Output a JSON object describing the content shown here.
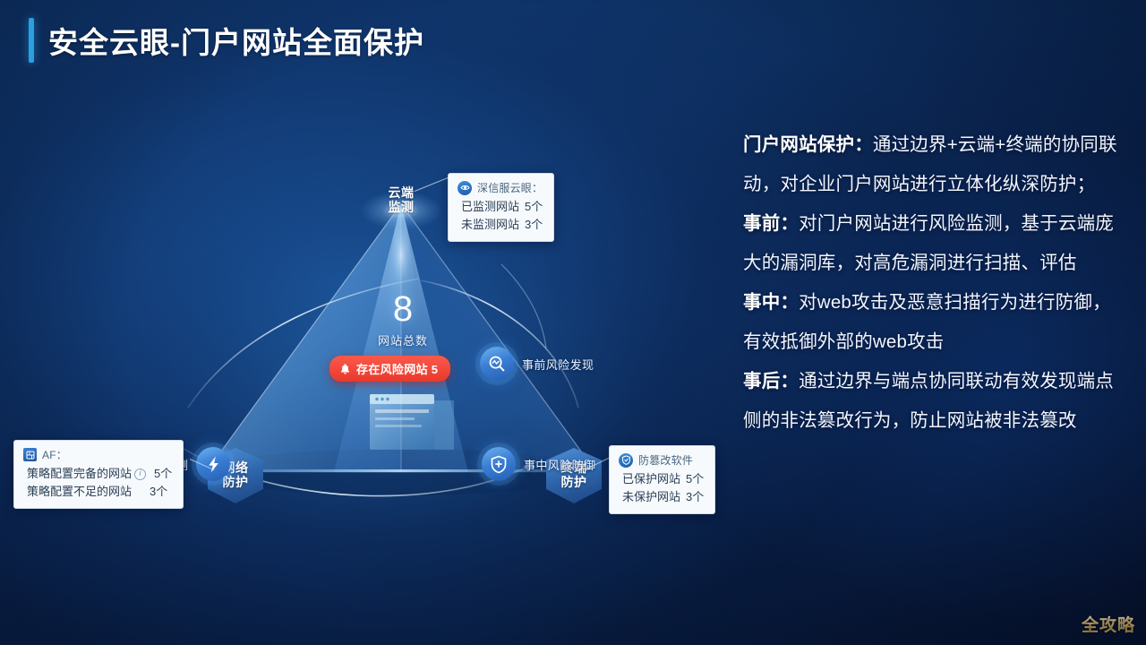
{
  "slide": {
    "title": "安全云眼-门户网站全面保护",
    "accent_color": "#2b9fe0",
    "background_colors": [
      "#103a74",
      "#0a2450",
      "#050f28"
    ],
    "watermark": "全攻略"
  },
  "diagram": {
    "center": {
      "total_value": "8",
      "total_label": "网站总数",
      "risk_badge": {
        "icon": "bell-icon",
        "label": "存在风险网站 5",
        "color": "#e8392c"
      }
    },
    "vertices": [
      {
        "id": "cloud",
        "label_line1": "云端",
        "label_line2": "监测"
      },
      {
        "id": "network",
        "label_line1": "网络",
        "label_line2": "防护"
      },
      {
        "id": "endpoint",
        "label_line1": "终端",
        "label_line2": "防护"
      }
    ],
    "nodes": [
      {
        "id": "pre",
        "icon": "magnifier-icon",
        "label": "事前风险发现"
      },
      {
        "id": "mid",
        "icon": "shield-plus-icon",
        "label": "事中风险防御"
      },
      {
        "id": "post",
        "icon": "lightning-icon",
        "label": "事后风险检测"
      }
    ],
    "callouts": [
      {
        "id": "cloud",
        "icon": "sangfor-cloud-eye-icon",
        "title": "深信服云眼：",
        "rows": [
          {
            "label": "已监测网站",
            "value": "5个",
            "info": false
          },
          {
            "label": "未监测网站",
            "value": "3个",
            "info": false
          }
        ]
      },
      {
        "id": "af",
        "icon": "af-firewall-icon",
        "title": "AF：",
        "rows": [
          {
            "label": "策略配置完备的网站",
            "value": "5个",
            "info": true
          },
          {
            "label": "策略配置不足的网站",
            "value": "3个",
            "info": false
          }
        ]
      },
      {
        "id": "tamper",
        "icon": "anti-tamper-icon",
        "title": "防篡改软件",
        "rows": [
          {
            "label": "已保护网站",
            "value": "5个",
            "info": false
          },
          {
            "label": "未保护网站",
            "value": "3个",
            "info": false
          }
        ]
      }
    ]
  },
  "description": {
    "paragraphs": [
      {
        "lead": "门户网站保护：",
        "body": "通过边界+云端+终端的协同联动，对企业门户网站进行立体化纵深防护；"
      },
      {
        "lead": "事前：",
        "body": "对门户网站进行风险监测，基于云端庞大的漏洞库，对高危漏洞进行扫描、评估"
      },
      {
        "lead": "事中：",
        "body": "对web攻击及恶意扫描行为进行防御，有效抵御外部的web攻击"
      },
      {
        "lead": "事后：",
        "body": "通过边界与端点协同联动有效发现端点侧的非法篡改行为，防止网站被非法篡改"
      }
    ]
  }
}
